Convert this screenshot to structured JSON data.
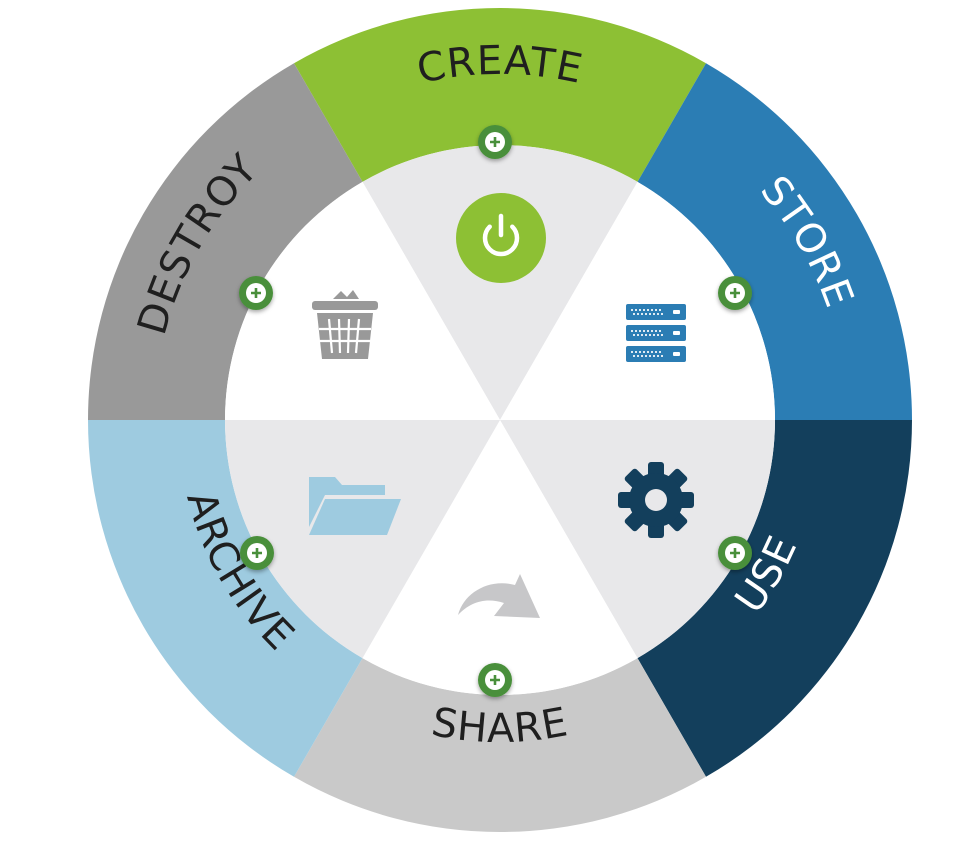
{
  "diagram": {
    "segments": [
      {
        "id": "create",
        "label": "CREATE",
        "color": "#8dc034",
        "text_color": "#1f1f1f",
        "icon": "power-icon"
      },
      {
        "id": "store",
        "label": "STORE",
        "color": "#2b7db4",
        "text_color": "#ffffff",
        "icon": "server-icon"
      },
      {
        "id": "use",
        "label": "USE",
        "color": "#133f5c",
        "text_color": "#ffffff",
        "icon": "gear-icon"
      },
      {
        "id": "share",
        "label": "SHARE",
        "color": "#c9c9c9",
        "text_color": "#1f1f1f",
        "icon": "share-arrow-icon"
      },
      {
        "id": "archive",
        "label": "ARCHIVE",
        "color": "#9ecbe0",
        "text_color": "#1f1f1f",
        "icon": "folder-icon"
      },
      {
        "id": "destroy",
        "label": "DESTROY",
        "color": "#999999",
        "text_color": "#1f1f1f",
        "icon": "trash-icon"
      }
    ],
    "plus_button_color": "#4a8f3b",
    "inner_colors": [
      "#e8e8ea",
      "#ffffff"
    ]
  }
}
